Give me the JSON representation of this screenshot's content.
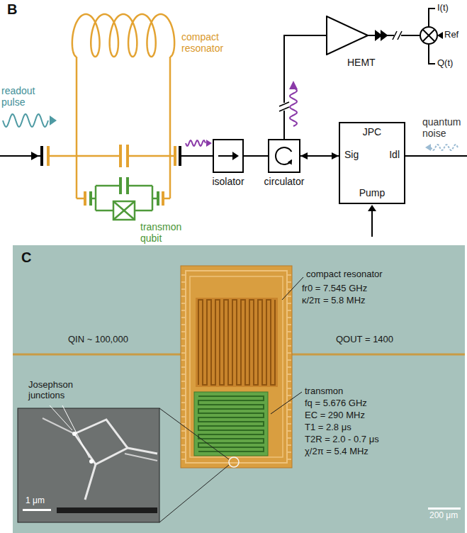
{
  "diagram": {
    "nodes": [
      {
        "text": [
          "isolator"
        ]
      },
      {
        "text": [
          "circulator"
        ]
      },
      {
        "text": [
          "JPC",
          "Sig",
          "Idl",
          "Pump"
        ]
      },
      {
        "text": [
          "HEMT"
        ]
      }
    ],
    "edges": [
      {
        "from": 0,
        "to": 1,
        "arrow": "none"
      },
      {
        "from": 1,
        "to": 2,
        "arrow": "both"
      },
      {
        "from": 1,
        "to": 3,
        "arrow": "none"
      }
    ],
    "labels": [
      "B",
      "readout pulse",
      "compact resonator",
      "transmon qubit",
      "quantum noise",
      "I(t)",
      "Ref",
      "Q(t)",
      "C",
      "compact resonator",
      "fr0 = 7.545 GHz",
      "κ/2π = 5.8 MHz",
      "QIN ~ 100,000",
      "QOUT = 1400",
      "transmon",
      "fq = 5.676 GHz",
      "EC = 290 MHz",
      "T1 = 2.8 μs",
      "T2R = 2.0 - 0.7 μs",
      "χ/2π = 5.4 MHz",
      "Josephson junctions",
      "1 μm",
      "200 μm"
    ]
  }
}
